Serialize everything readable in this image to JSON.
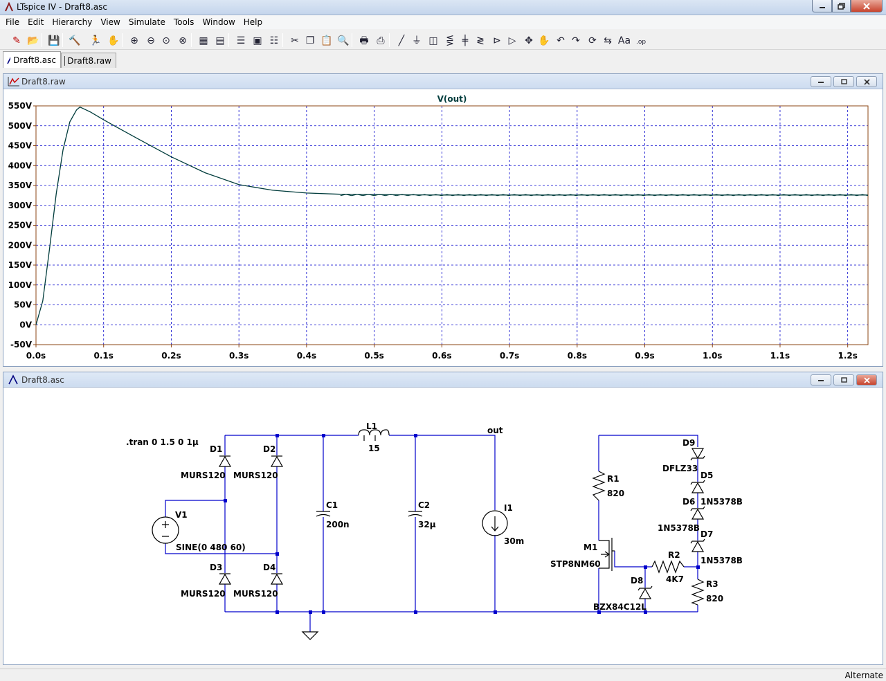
{
  "app": {
    "title": "LTspice IV - Draft8.asc"
  },
  "menu": [
    "File",
    "Edit",
    "Hierarchy",
    "View",
    "Simulate",
    "Tools",
    "Window",
    "Help"
  ],
  "tabs": [
    {
      "label": "Draft8.asc",
      "active": true
    },
    {
      "label": "Draft8.raw",
      "active": false
    }
  ],
  "toolbar_icons": [
    "new-schematic-icon",
    "open-icon",
    "save-icon",
    "control-panel-icon",
    "run-icon",
    "halt-icon",
    "zoom-in-icon",
    "zoom-out-icon",
    "zoom-fit-icon",
    "zoom-cancel-icon",
    "autorange-icon",
    "plot-settings-icon",
    "tile-horizontal-icon",
    "cascade-icon",
    "tile-vertical-icon",
    "cut-icon",
    "copy-icon",
    "paste-icon",
    "find-icon",
    "print-setup-icon",
    "print-icon",
    "wire-icon",
    "ground-icon",
    "label-icon",
    "resistor-icon",
    "capacitor-icon",
    "inductor-icon",
    "diode-icon",
    "component-icon",
    "move-icon",
    "drag-icon",
    "undo-icon",
    "redo-icon",
    "rotate-icon",
    "mirror-icon",
    "text-icon",
    "spice-directive-icon"
  ],
  "waveform_window": {
    "title": "Draft8.raw",
    "trace_label": "V(out)"
  },
  "chart_data": {
    "type": "line",
    "title": "V(out)",
    "xlabel": "",
    "ylabel": "",
    "xlim": [
      0,
      1.23
    ],
    "ylim": [
      -50,
      550
    ],
    "x_ticks": [
      "0.0s",
      "0.1s",
      "0.2s",
      "0.3s",
      "0.4s",
      "0.5s",
      "0.6s",
      "0.7s",
      "0.8s",
      "0.9s",
      "1.0s",
      "1.1s",
      "1.2s"
    ],
    "y_ticks": [
      "550V",
      "500V",
      "450V",
      "400V",
      "350V",
      "300V",
      "250V",
      "200V",
      "150V",
      "100V",
      "50V",
      "0V",
      "-50V"
    ],
    "grid": true,
    "series": [
      {
        "name": "V(out)",
        "color": "#003c3c",
        "x": [
          0,
          0.01,
          0.02,
          0.03,
          0.04,
          0.05,
          0.06,
          0.065,
          0.08,
          0.1,
          0.12,
          0.15,
          0.2,
          0.25,
          0.3,
          0.35,
          0.4,
          0.45,
          0.5,
          0.6,
          0.7,
          0.8,
          0.9,
          1.0,
          1.1,
          1.2,
          1.23
        ],
        "values": [
          0,
          60,
          190,
          330,
          440,
          510,
          540,
          547,
          535,
          515,
          496,
          468,
          422,
          382,
          352,
          338,
          331,
          328,
          327,
          326,
          326,
          326,
          326,
          326,
          326,
          326,
          326
        ]
      }
    ]
  },
  "schematic_window": {
    "title": "Draft8.asc",
    "directive": ".tran 0 1.5 0 1µ",
    "labels": {
      "D1": "D1",
      "D1_model": "MURS120",
      "D2": "D2",
      "D2_model": "MURS120",
      "D3": "D3",
      "D3_model": "MURS120",
      "D4": "D4",
      "D4_model": "MURS120",
      "V1": "V1",
      "V1_value": "SINE(0 480 60)",
      "C1": "C1",
      "C1_value": "200n",
      "L1": "L1",
      "L1_value": "15",
      "C2": "C2",
      "C2_value": "32µ",
      "out": "out",
      "I1": "I1",
      "I1_value": "30m",
      "R1": "R1",
      "R1_value": "820",
      "M1": "M1",
      "M1_model": "STP8NM60",
      "R2": "R2",
      "R2_value": "4K7",
      "D8": "D8",
      "D8_model": "BZX84C12L",
      "R3": "R3",
      "R3_value": "820",
      "D9": "D9",
      "D9_model": "DFLZ33",
      "D5": "D5",
      "D5_model": "1N5378B",
      "D6": "D6",
      "D6_model": "1N5378B",
      "D7": "D7",
      "D7_model": "1N5378B"
    }
  },
  "status": {
    "mode": "Alternate"
  },
  "colors": {
    "wire": "#0000cc",
    "grid": "#0000cc",
    "trace": "#003c3c",
    "plot_border": "#8b4513"
  }
}
